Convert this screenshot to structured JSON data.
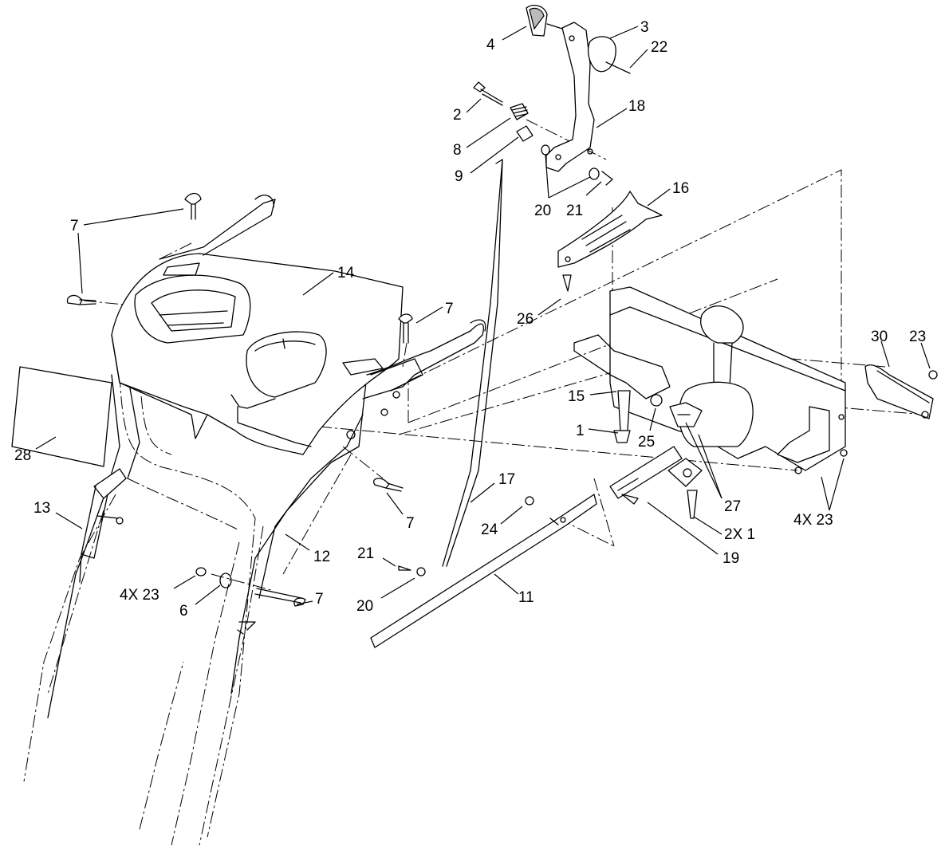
{
  "callouts": [
    {
      "id": "c1",
      "text": "4"
    },
    {
      "id": "c2",
      "text": "3"
    },
    {
      "id": "c3",
      "text": "22"
    },
    {
      "id": "c4",
      "text": "2"
    },
    {
      "id": "c5",
      "text": "18"
    },
    {
      "id": "c6",
      "text": "8"
    },
    {
      "id": "c7",
      "text": "9"
    },
    {
      "id": "c8",
      "text": "16"
    },
    {
      "id": "c9",
      "text": "20"
    },
    {
      "id": "c10",
      "text": "21"
    },
    {
      "id": "c11",
      "text": "7"
    },
    {
      "id": "c12",
      "text": "14"
    },
    {
      "id": "c13",
      "text": "7"
    },
    {
      "id": "c14",
      "text": "26"
    },
    {
      "id": "c15",
      "text": "30"
    },
    {
      "id": "c16",
      "text": "23"
    },
    {
      "id": "c17",
      "text": "15"
    },
    {
      "id": "c18",
      "text": "1"
    },
    {
      "id": "c19",
      "text": "25"
    },
    {
      "id": "c20",
      "text": "28"
    },
    {
      "id": "c21",
      "text": "17"
    },
    {
      "id": "c22",
      "text": "27"
    },
    {
      "id": "c23",
      "text": "13"
    },
    {
      "id": "c24",
      "text": "24"
    },
    {
      "id": "c25",
      "text": "7"
    },
    {
      "id": "c26",
      "text": "2X 1"
    },
    {
      "id": "c27",
      "text": "4X 23"
    },
    {
      "id": "c28",
      "text": "12"
    },
    {
      "id": "c29",
      "text": "19"
    },
    {
      "id": "c30",
      "text": "21"
    },
    {
      "id": "c31",
      "text": "11"
    },
    {
      "id": "c32",
      "text": "4X 23"
    },
    {
      "id": "c33",
      "text": "6"
    },
    {
      "id": "c34",
      "text": "7"
    },
    {
      "id": "c35",
      "text": "20"
    }
  ]
}
